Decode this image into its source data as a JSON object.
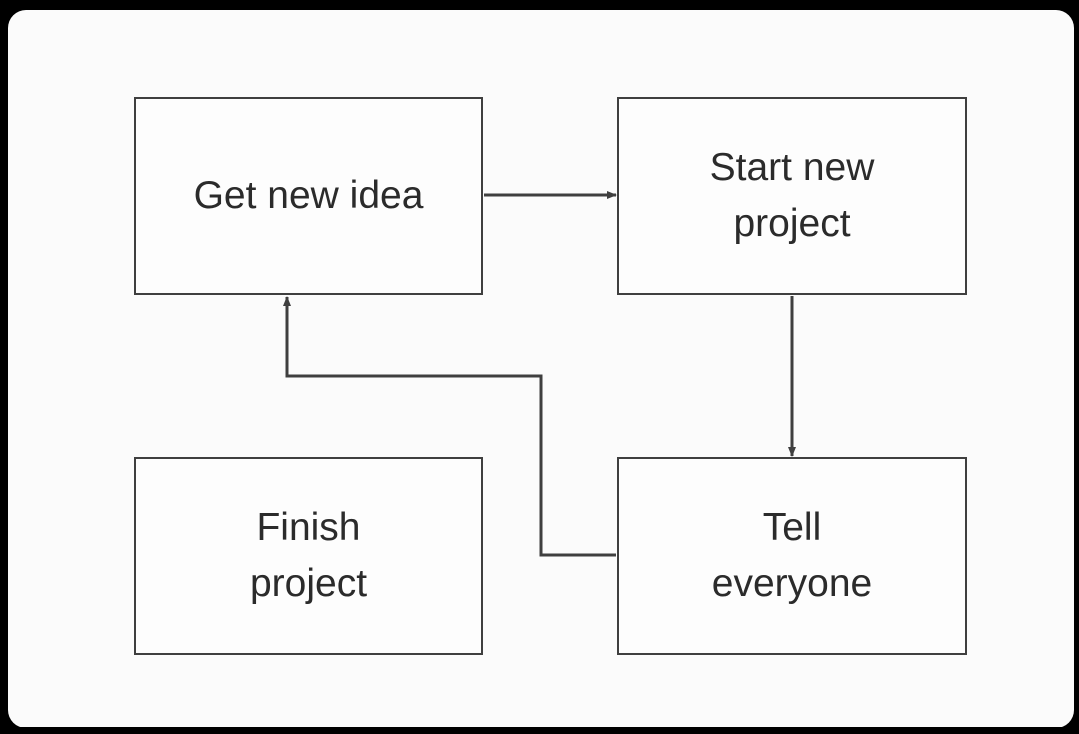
{
  "nodes": {
    "get_new_idea": "Get new idea",
    "start_new_project": "Start new\nproject",
    "finish_project": "Finish\nproject",
    "tell_everyone": "Tell\neveryone"
  },
  "edges": [
    {
      "from": "get_new_idea",
      "to": "start_new_project"
    },
    {
      "from": "start_new_project",
      "to": "tell_everyone"
    },
    {
      "from": "tell_everyone",
      "to": "get_new_idea"
    }
  ],
  "colors": {
    "stroke": "#3f3f3f",
    "text": "#2b2b2b",
    "background": "#fbfbfb",
    "border_frame": "#000000"
  }
}
